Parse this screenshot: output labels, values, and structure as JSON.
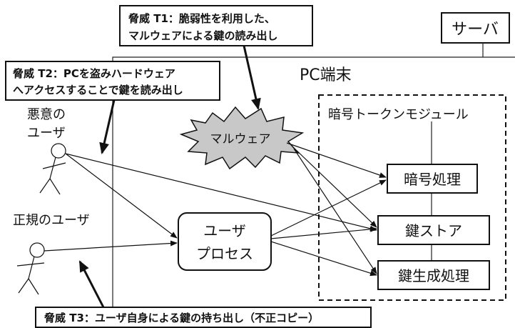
{
  "threats": {
    "t1": {
      "line1": "脅威 T1：脆弱性を利用した、",
      "line2": "マルウェアによる鍵の読み出し"
    },
    "t2": {
      "line1": "脅威 T2：PCを盗みハードウェア",
      "line2": "へアクセスすることで鍵を読み出し"
    },
    "t3": {
      "line1": "脅威 T3：ユーザ自身による鍵の持ち出し（不正コピー）"
    }
  },
  "nodes": {
    "server": "サーバ",
    "pc_terminal": "PC端末",
    "crypto_module": "暗号トークンモジュール",
    "malware": "マルウェア",
    "malicious_user": {
      "line1": "悪意の",
      "line2": "ユーザ"
    },
    "legit_user": "正規のユーザ",
    "user_process": {
      "line1": "ユーザ",
      "line2": "プロセス"
    },
    "crypto_process": "暗号処理",
    "key_store": "鍵ストア",
    "keygen_process": "鍵生成処理"
  }
}
